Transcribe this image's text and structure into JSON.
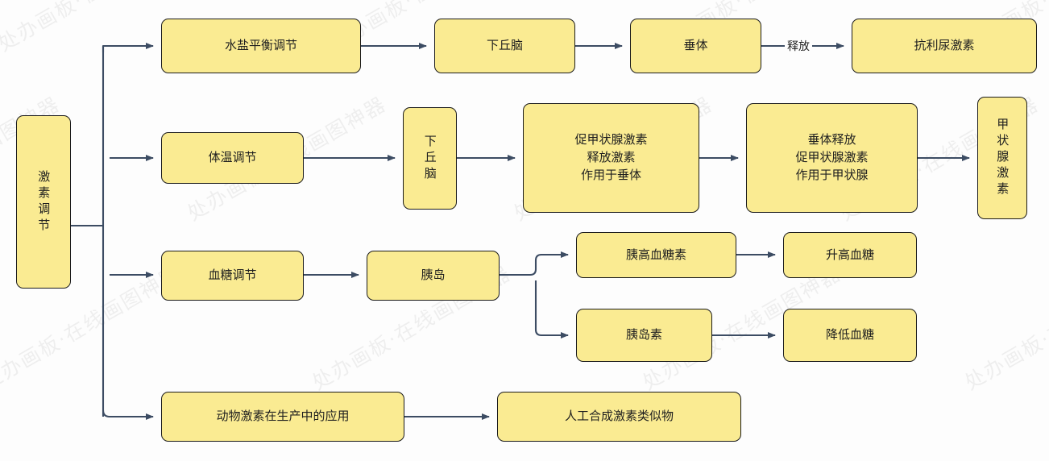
{
  "diagram": {
    "title": "激素调节",
    "theme": {
      "node_fill": "#FAEB92",
      "node_border": "#1b1b1b",
      "connector": "#3c4c63",
      "background": "#fdfdfd",
      "text": "#1f1f1f"
    },
    "watermark_text": "处办画板·在线画图神器",
    "nodes": {
      "root": "激素调节",
      "branch1": "水盐平衡调节",
      "branch1_b": "下丘脑",
      "branch1_c": "垂体",
      "branch1_d": "抗利尿激素",
      "branch2": "体温调节",
      "branch2_b": "下丘脑",
      "branch2_c": "促甲状腺激素\n释放激素\n作用于垂体",
      "branch2_d": "垂体释放\n促甲状腺激素\n作用于甲状腺",
      "branch2_e": "甲状腺激素",
      "branch3": "血糖调节",
      "branch3_b": "胰岛",
      "branch3_c1": "胰高血糖素",
      "branch3_d1": "升高血糖",
      "branch3_c2": "胰岛素",
      "branch3_d2": "降低血糖",
      "branch4": "动物激素在生产中的应用",
      "branch4_b": "人工合成激素类似物"
    },
    "edge_labels": {
      "pituitary_release": "释放"
    }
  }
}
